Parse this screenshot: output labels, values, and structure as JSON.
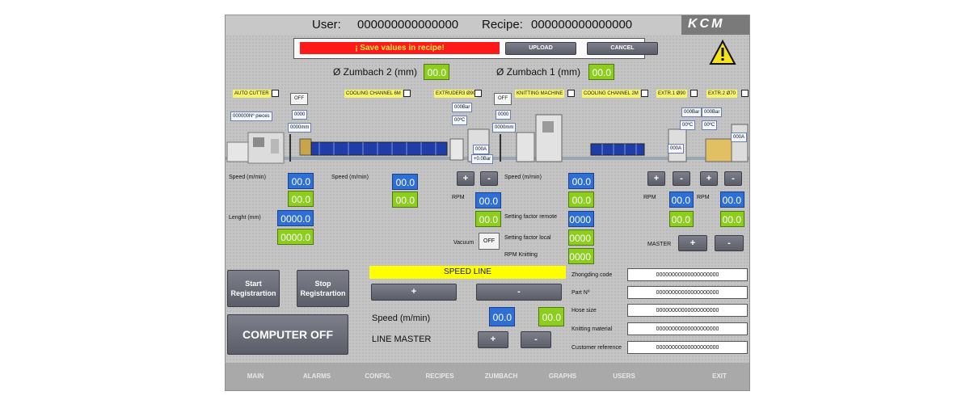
{
  "header": {
    "user_label": "User:",
    "user_value": "000000000000000",
    "recipe_label": "Recipe:",
    "recipe_value": "000000000000000",
    "logo": "KCM"
  },
  "alert_bar": {
    "message": "¡ Save values in recipe!",
    "upload": "UPLOAD",
    "cancel": "CANCEL",
    "warning_icon": "warning-triangle-icon"
  },
  "zumbach": {
    "z2_label": "Ø Zumbach 2 (mm)",
    "z2_value": "00.0",
    "z1_label": "Ø Zumbach 1 (mm)",
    "z1_value": "00.0"
  },
  "stations": {
    "auto_cutter": "AUTO CUTTER",
    "cooling_6m": "COOLING CHANNEL 6M",
    "extruder3": "EXTRUDER3 Ø90",
    "knitting": "KNITTING MACHINE",
    "cooling_2m": "COOLING CHANNEL 2M",
    "extr1": "EXTR.1 Ø90",
    "extr2": "EXTR.2 Ø70"
  },
  "diagram": {
    "pieces": "000000Nº pieces",
    "off1": "OFF",
    "v0000a": "0000",
    "mm1": "0000mm",
    "bar1": "000Bar",
    "pc1": "00ºC",
    "off2": "OFF",
    "v0000b": "0000",
    "mm2": "0000mm",
    "amp1": "000A",
    "bar_small": "+0.0Bar",
    "bar2": "000Bar",
    "pc2": "00ºC",
    "bar3": "000Bar",
    "pc3": "00ºC",
    "amp2": "000A",
    "amp3": "000A"
  },
  "cutter": {
    "speed_label": "Speed (m/min)",
    "speed_set": "00.0",
    "speed_act": "00.0",
    "length_label": "Lenght (mm)",
    "length_set": "0000.0",
    "length_act": "0000.0"
  },
  "cooling6": {
    "speed_label": "Speed (m/min)",
    "speed_set": "00.0",
    "speed_act": "00.0"
  },
  "extruder3": {
    "plus": "+",
    "minus": "-",
    "rpm_label": "RPM",
    "rpm_set": "00.0",
    "rpm_act": "00.0",
    "vacuum_label": "Vacuum",
    "vacuum_state": "OFF"
  },
  "knitting": {
    "speed_label": "Speed (m/min)",
    "speed_set": "00.0",
    "speed_act": "00.0",
    "sf_remote_label": "Setting factor remote",
    "sf_remote": "0000",
    "sf_local_label": "Setting factor local",
    "sf_local": "0000",
    "rpm_label": "RPM Knitting",
    "rpm": "0000"
  },
  "extruders": {
    "plus": "+",
    "minus": "-",
    "rpm_label": "RPM",
    "e1_rpm_set": "00.0",
    "e1_rpm_act": "00.0",
    "e2_rpm_set": "00.0",
    "e2_rpm_act": "00.0",
    "master_label": "MASTER"
  },
  "bottom_left": {
    "start": "Start Registrartion",
    "stop": "Stop Registrartion",
    "computer_off": "COMPUTER OFF"
  },
  "speed_line": {
    "title": "SPEED LINE",
    "plus": "+",
    "minus": "-",
    "speed_label": "Speed (m/min)",
    "speed_set": "00.0",
    "speed_act": "00.0",
    "master_label": "LINE MASTER",
    "master_plus": "+",
    "master_minus": "-"
  },
  "info_fields": [
    {
      "label": "Zhongding code",
      "value": "00000000000000000000"
    },
    {
      "label": "Part Nº",
      "value": "00000000000000000000"
    },
    {
      "label": "Hose size",
      "value": "00000000000000000000"
    },
    {
      "label": "Knitting material",
      "value": "00000000000000000000"
    },
    {
      "label": "Customer reference",
      "value": "00000000000000000000"
    }
  ],
  "nav": [
    "MAIN",
    "ALARMS",
    "CONFIG.",
    "RECIPES",
    "ZUMBACH",
    "GRAPHS",
    "USERS",
    "EXIT"
  ],
  "colors": {
    "blue": "#2e6fd6",
    "green": "#8ccd1d",
    "alert_red": "#ff1a1a",
    "speed_line_yellow": "#ffff00",
    "tag_yellow": "#f8f46a"
  }
}
